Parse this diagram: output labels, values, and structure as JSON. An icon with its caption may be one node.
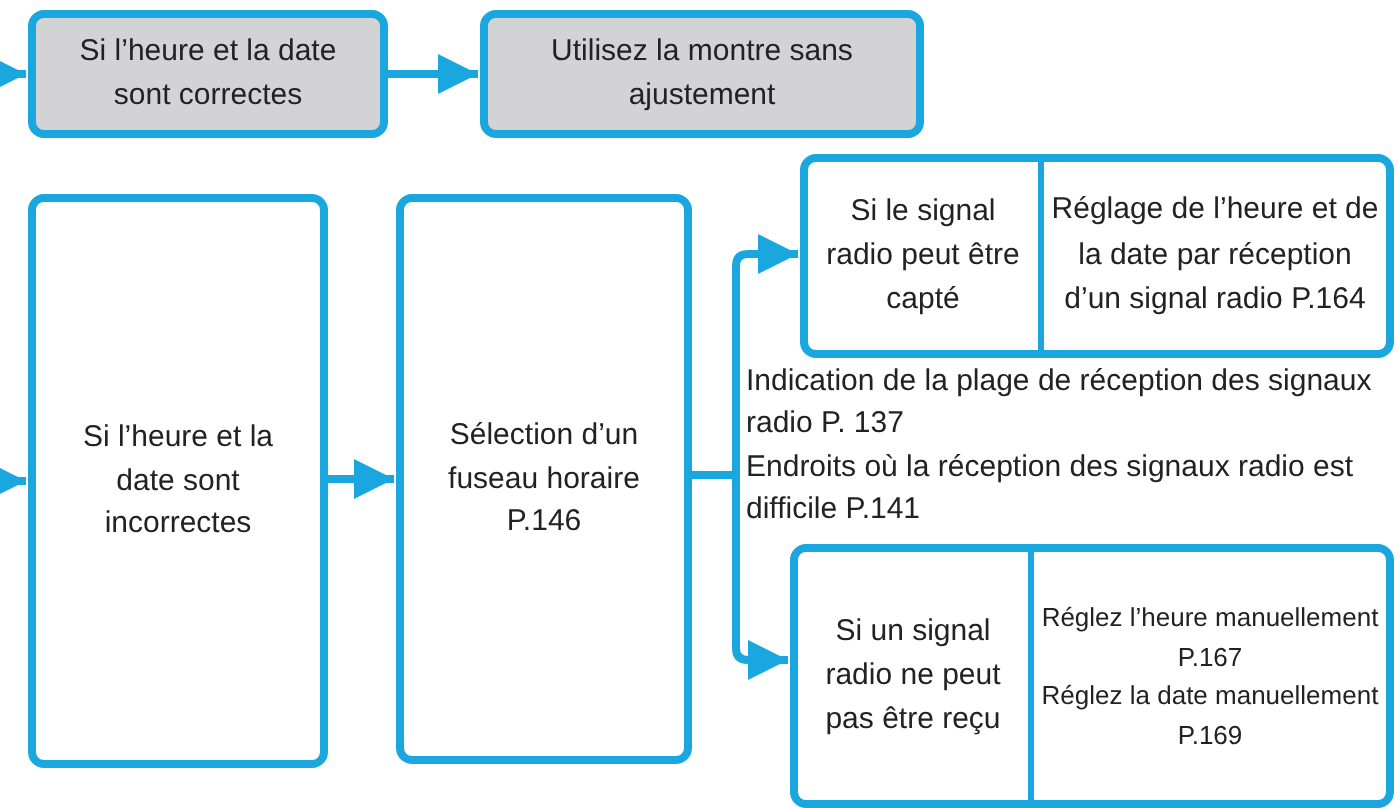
{
  "diagram": {
    "nodes": [
      {
        "text": [
          "Si l’heure et la date sont correctes"
        ]
      },
      {
        "text": [
          "Utilisez la montre sans ajustement"
        ]
      },
      {
        "text": [
          "Si l’heure et la date sont incorrectes"
        ]
      },
      {
        "text": [
          "Sélection d’un fuseau horaire P.146"
        ]
      },
      {
        "text": [
          "Si le signal radio peut être capté",
          "Réglage de l’heure et de la date par réception d’un signal radio  P.164"
        ]
      },
      {
        "text": [
          "Si un signal radio ne peut pas être reçu",
          "Réglez l’heure manuellement P.167",
          "Réglez la date manuellement P.169"
        ]
      }
    ],
    "edges": [
      {
        "from": null,
        "to": 0,
        "arrow": "to"
      },
      {
        "from": 0,
        "to": 1,
        "arrow": "to"
      },
      {
        "from": null,
        "to": 2,
        "arrow": "to"
      },
      {
        "from": 2,
        "to": 3,
        "arrow": "to"
      },
      {
        "from": 3,
        "to": 4,
        "arrow": "to"
      },
      {
        "from": 3,
        "to": 5,
        "arrow": "to"
      }
    ],
    "labels": [
      "Indication de la plage de réception des signaux radio P. 137",
      "Endroits où la réception des signaux radio est difficile P.141"
    ]
  }
}
